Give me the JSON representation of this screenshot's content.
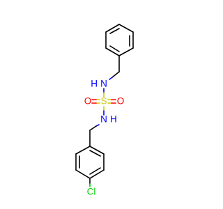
{
  "molecule": {
    "atoms": {
      "nitrogen_top": "N",
      "hydrogen_top": "H",
      "sulfur": "S",
      "oxygen_left": "O",
      "oxygen_right": "O",
      "nitrogen_bottom": "N",
      "hydrogen_bottom": "H",
      "chlorine": "Cl"
    },
    "colors": {
      "carbon_bond": "#000000",
      "nitrogen": "#0000ff",
      "oxygen": "#ff0000",
      "sulfur": "#cccc00",
      "chlorine": "#00cc00"
    }
  }
}
